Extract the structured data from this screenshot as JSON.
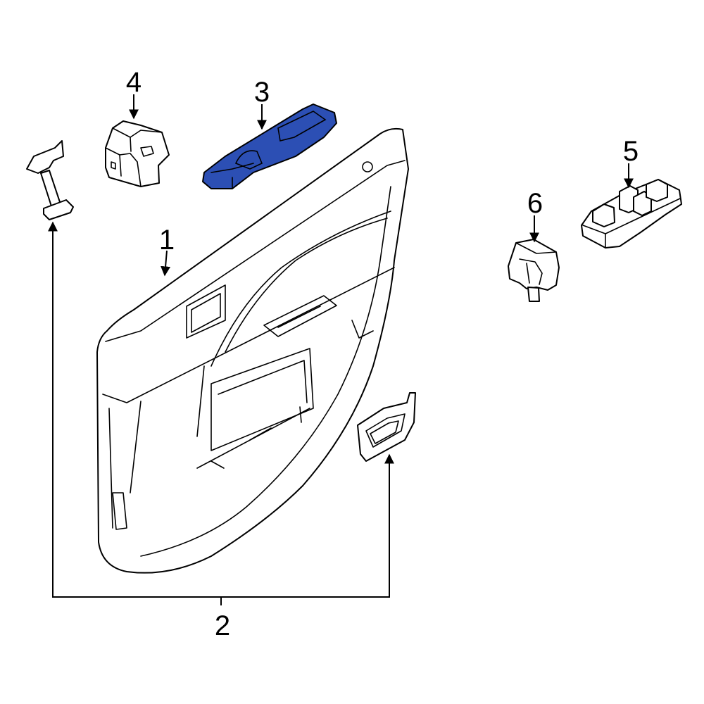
{
  "callouts": {
    "c1": "1",
    "c2": "2",
    "c3": "3",
    "c4": "4",
    "c5": "5",
    "c6": "6"
  },
  "colors": {
    "highlight_fill": "#2c4fb4",
    "line": "#000000",
    "background": "#ffffff"
  }
}
